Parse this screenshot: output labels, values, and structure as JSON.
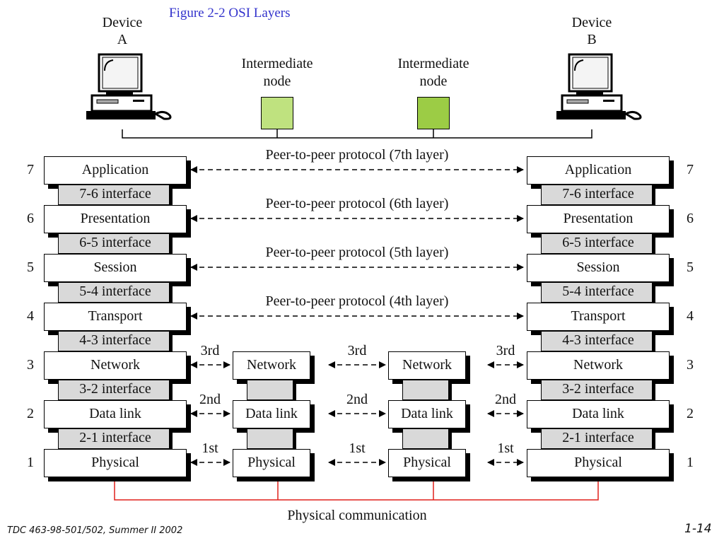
{
  "title": "Figure  2-2 OSI Layers",
  "devices": {
    "a": {
      "line1": "Device",
      "line2": "A"
    },
    "b": {
      "line1": "Device",
      "line2": "B"
    }
  },
  "intermediate_nodes": [
    {
      "line1": "Intermediate",
      "line2": "node",
      "color": "#bfe27f"
    },
    {
      "line1": "Intermediate",
      "line2": "node",
      "color": "#9ccc45"
    }
  ],
  "layers": [
    {
      "number": "7",
      "name": "Application",
      "interface": "7-6 interface",
      "protocol": "Peer-to-peer protocol (7th layer)"
    },
    {
      "number": "6",
      "name": "Presentation",
      "interface": "6-5 interface",
      "protocol": "Peer-to-peer protocol (6th layer)"
    },
    {
      "number": "5",
      "name": "Session",
      "interface": "5-4 interface",
      "protocol": "Peer-to-peer protocol (5th layer)"
    },
    {
      "number": "4",
      "name": "Transport",
      "interface": "4-3 interface",
      "protocol": "Peer-to-peer protocol (4th layer)"
    },
    {
      "number": "3",
      "name": "Network",
      "interface": "3-2 interface",
      "hop": "3rd"
    },
    {
      "number": "2",
      "name": "Data link",
      "interface": "2-1 interface",
      "hop": "2nd"
    },
    {
      "number": "1",
      "name": "Physical",
      "hop": "1st"
    }
  ],
  "physical_communication": "Physical communication",
  "link_color": "#e0201c",
  "footer": {
    "course": "TDC 463-98-501/502, Summer II 2002",
    "page": "1-14"
  }
}
